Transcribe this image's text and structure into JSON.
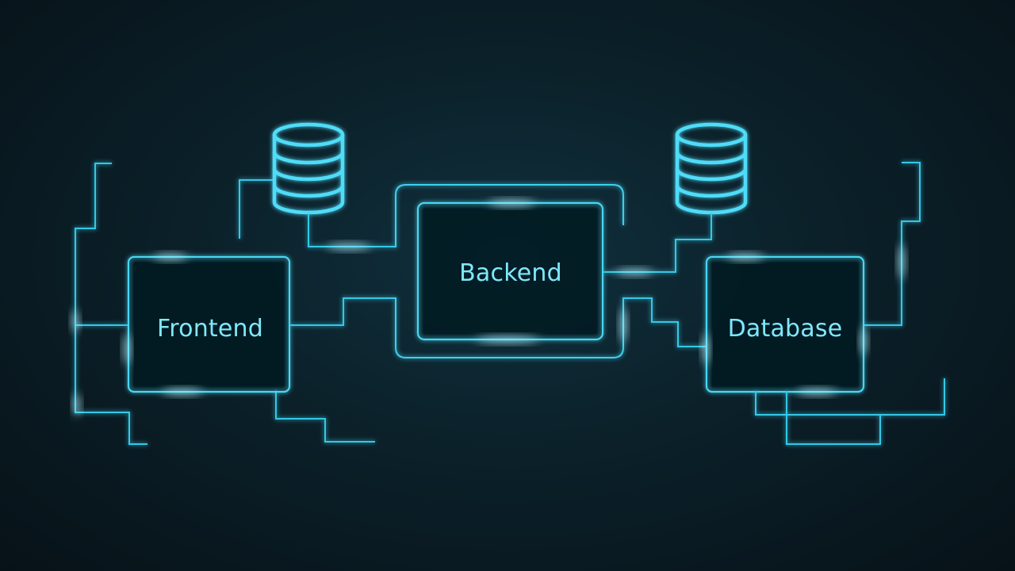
{
  "nodes": {
    "frontend": {
      "label": "Frontend"
    },
    "backend": {
      "label": "Backend"
    },
    "database": {
      "label": "Database"
    }
  },
  "icons": [
    "database-cylinder-icon",
    "database-cylinder-icon"
  ],
  "colors": {
    "background": "#0a1820",
    "line": "#35c8e6",
    "text": "#7fe8fb"
  }
}
